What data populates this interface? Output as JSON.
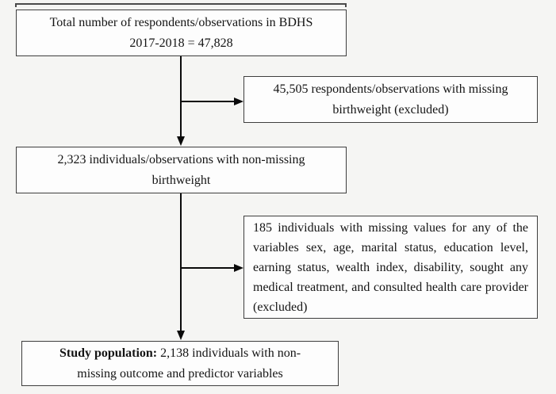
{
  "flowchart": {
    "top_box": {
      "line1": "Total number of respondents/observations in BDHS",
      "line2": "2017-2018 = 47,828"
    },
    "excluded_box_1": {
      "line1": "45,505 respondents/observations with missing",
      "line2": "birthweight (excluded)"
    },
    "middle_box": {
      "line1": "2,323 individuals/observations with non-missing",
      "line2": "birthweight"
    },
    "excluded_box_2": {
      "text": "185 individuals with missing values for any of the variables sex, age, marital status, education level, earning status, wealth index, disability, sought any medical treatment, and consulted health care provider (excluded)"
    },
    "study_box": {
      "bold_label": "Study population:",
      "line1_rest": " 2,138 individuals with non-",
      "line2": "missing outcome and predictor variables"
    }
  },
  "colors": {
    "background": "#f5f5f3",
    "box_background": "#fdfdfd",
    "box_border": "#3e3e3e",
    "arrow": "#0a0a0a"
  }
}
